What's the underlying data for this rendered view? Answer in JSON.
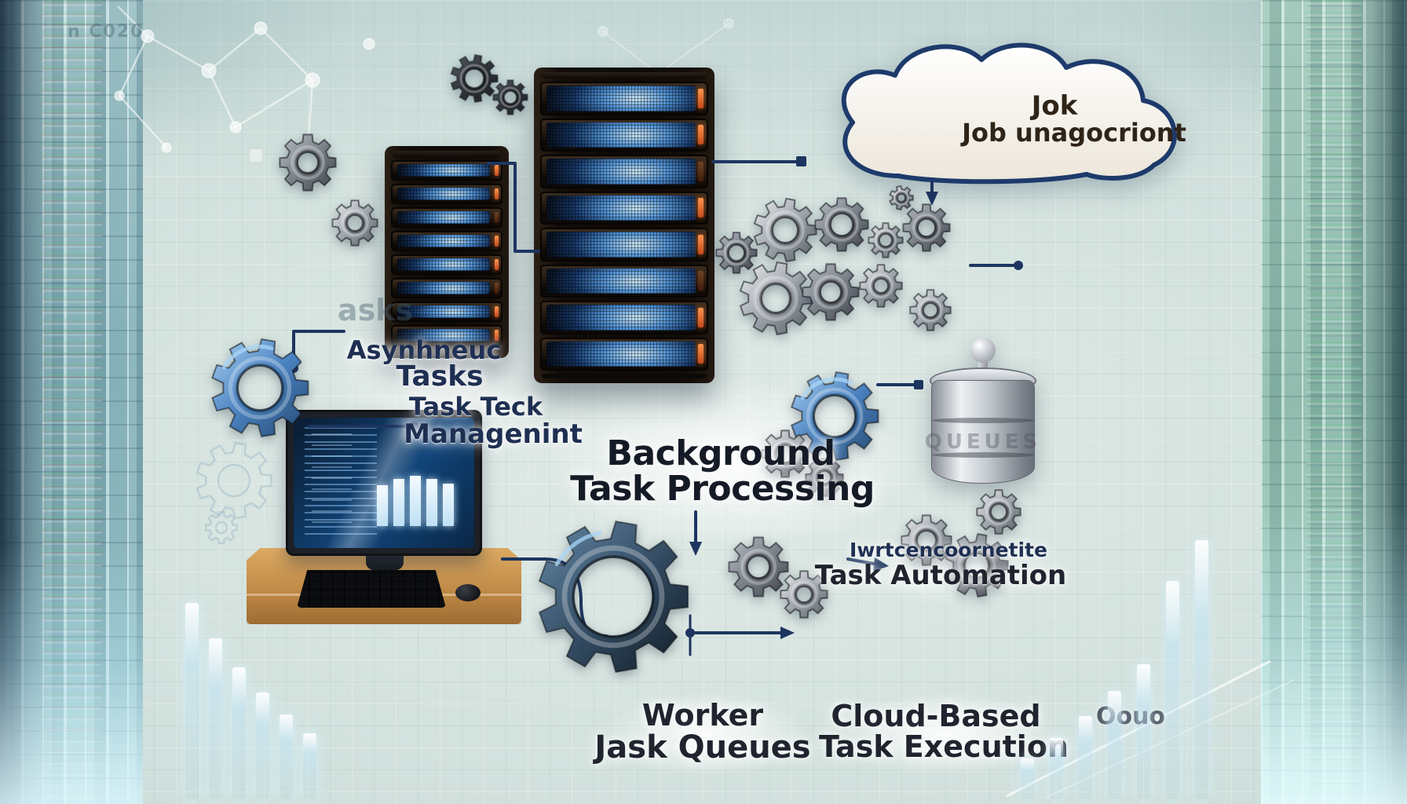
{
  "scene": {
    "description": "Background task processing concept illustration with server racks, gears, cloud and workstation"
  },
  "labels": {
    "corner_code": "n C020",
    "ghost_tasks": "asks",
    "async": {
      "line1": "Asynhneuc",
      "line2": "Tasks"
    },
    "task_mgmt": {
      "line1": "Task Teck",
      "line2": "Managenint"
    },
    "title": {
      "line1": "Background",
      "line2": "Task Processing"
    },
    "cloud": {
      "line1": "Jok",
      "line2": "Job unagocriont"
    },
    "automation": {
      "line1": "Iwrtcencoornetite",
      "line2": "Task Automation"
    },
    "worker": {
      "line1": "Worker",
      "line2": "Jask Queues"
    },
    "cloud_exec": {
      "line1": "Cloud-Based",
      "line2": "Task Execution"
    },
    "oouo": "Oouo",
    "barrel": "QUEUES"
  },
  "colors": {
    "label_navy": "#1e2f52",
    "title_dark": "#151b26",
    "connector": "#1d3560",
    "accent_orange": "#c2491d",
    "glow_blue": "#6db3f2",
    "cloud_fill": "#f7f4ee",
    "cloud_outline": "#1d3a6b",
    "desk_wood": "#c89050",
    "background_teal": "#cfdfdb",
    "gear_steel": "#9aa0a6",
    "gear_blue": "#3a6fae"
  },
  "icons": [
    "server-rack-icon",
    "cloud-icon",
    "gear-icon",
    "database-barrel-icon",
    "monitor-icon",
    "keyboard-icon",
    "mouse-icon",
    "desk-icon",
    "connector-lines",
    "network-sketch-icon",
    "glow-bars"
  ]
}
